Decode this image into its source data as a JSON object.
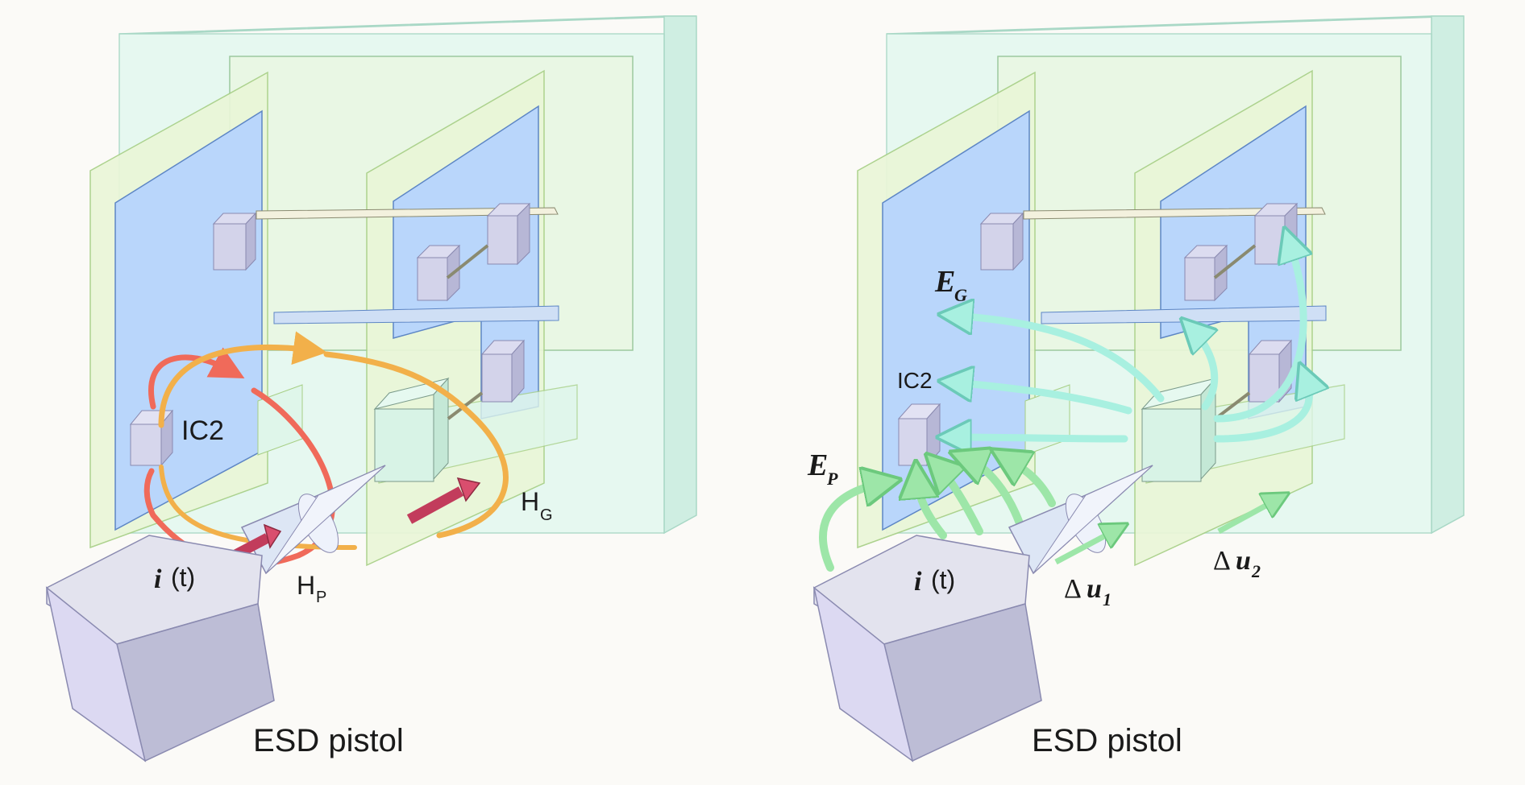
{
  "left_panel": {
    "ic_label": "IC2",
    "current_label_var": "i",
    "current_label_arg": "(t)",
    "hp_label_main": "H",
    "hp_label_sub": "P",
    "hg_label_main": "H",
    "hg_label_sub": "G",
    "pistol_label": "ESD pistol"
  },
  "right_panel": {
    "ic_label": "IC2",
    "eg_label_main": "E",
    "eg_label_sub": "G",
    "ep_label_main": "E",
    "ep_label_sub": "P",
    "current_label_var": "i",
    "current_label_arg": "(t)",
    "du1_delta": "Δ",
    "du1_main": "u",
    "du1_sub": "1",
    "du2_delta": "Δ",
    "du2_main": "u",
    "du2_sub": "2",
    "pistol_label": "ESD pistol"
  },
  "colors": {
    "enclosure": "#e4f8f0",
    "card_frame": "#eaf6d8",
    "card_blue": "#b9d6fb",
    "magnetic_loop_red": "#f06a5a",
    "magnetic_loop_orange": "#f2b04a",
    "current_arrow": "#d94e6e",
    "efield_green": "#9de6a8",
    "efield_cyan": "#a8f0e0",
    "pistol_body": "#c6c6dc"
  }
}
